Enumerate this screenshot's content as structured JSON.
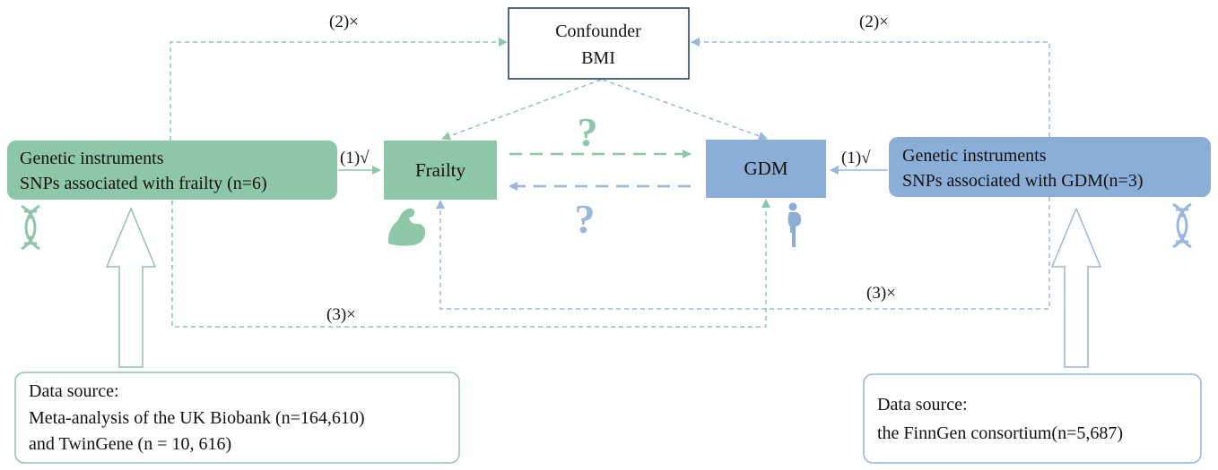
{
  "colors": {
    "green": "#8ec6a8",
    "green_dark": "#7fbf9c",
    "blue": "#98b7da",
    "blue_dark": "#8aaed6",
    "navy": "#1f3556",
    "text": "#111111"
  },
  "confounder": {
    "line1": "Confounder",
    "line2": "BMI"
  },
  "frailty_instruments": {
    "line1": "Genetic instruments",
    "line2": "SNPs associated with frailty (n=6)"
  },
  "gdm_instruments": {
    "line1": "Genetic instruments",
    "line2": "SNPs associated with GDM(n=3)"
  },
  "frailty": {
    "label": "Frailty"
  },
  "gdm": {
    "label": "GDM"
  },
  "question_mark": "?",
  "assumptions": {
    "relevance": "(1)√",
    "independence": "(2)×",
    "exclusion": "(3)×"
  },
  "frailty_source": {
    "line1": "Data source:",
    "line2": "Meta-analysis of the UK Biobank (n=164,610)",
    "line3": "and TwinGene (n = 10, 616)"
  },
  "gdm_source": {
    "line1": "Data source:",
    "line2": "the FinnGen consortium(n=5,687)"
  },
  "icons": [
    "dna-icon",
    "muscle-arm-icon",
    "pregnant-woman-icon"
  ]
}
